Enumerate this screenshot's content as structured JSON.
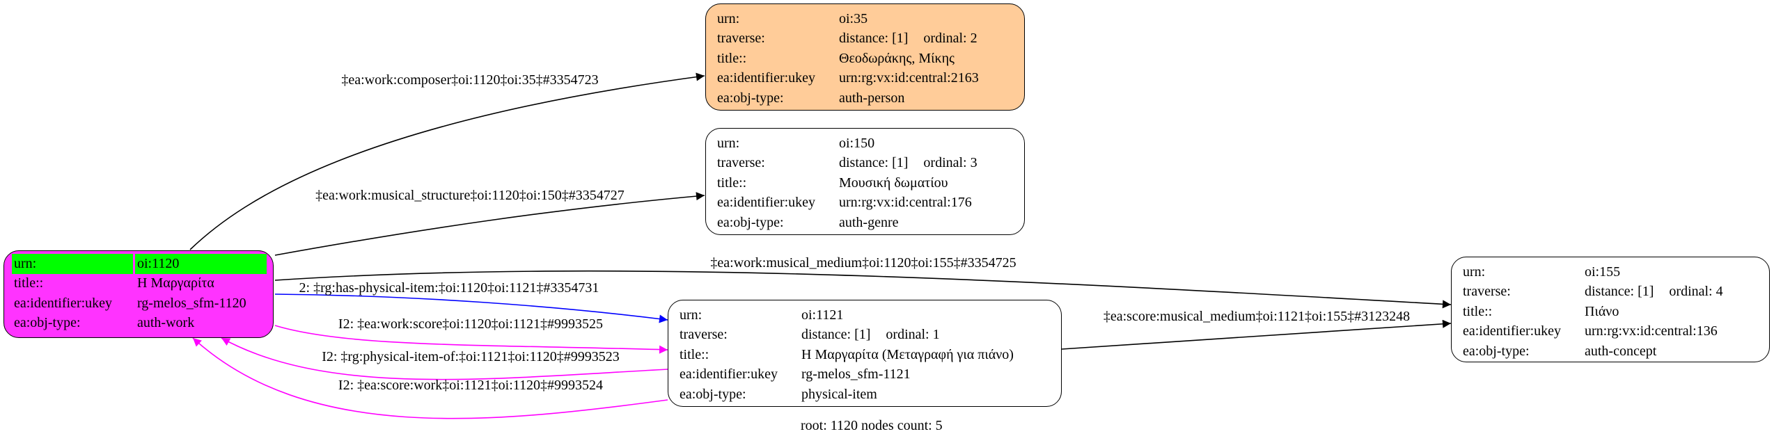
{
  "colors": {
    "root_fill": "#ff33ff",
    "highlight": "#00ff00",
    "composer_fill": "#ffcc99",
    "default_fill": "#ffffff",
    "blue_edge": "#0000ff",
    "magenta_edge": "#ff00ff",
    "black_edge": "#000000"
  },
  "nodes": {
    "n1120": {
      "rows": [
        {
          "label": "urn:",
          "value": "oi:1120"
        },
        {
          "label": "title::",
          "value": "Η Μαργαρίτα"
        },
        {
          "label": "ea:identifier:ukey",
          "value": "rg-melos_sfm-1120"
        },
        {
          "label": "ea:obj-type:",
          "value": "auth-work"
        }
      ]
    },
    "n35": {
      "rows": [
        {
          "label": "urn:",
          "value": "oi:35"
        },
        {
          "label": "traverse:",
          "value": "distance: [1]",
          "extra": "ordinal: 2"
        },
        {
          "label": "title::",
          "value": "Θεοδωράκης, Μίκης"
        },
        {
          "label": "ea:identifier:ukey",
          "value": "urn:rg:vx:id:central:2163"
        },
        {
          "label": "ea:obj-type:",
          "value": "auth-person"
        }
      ]
    },
    "n150": {
      "rows": [
        {
          "label": "urn:",
          "value": "oi:150"
        },
        {
          "label": "traverse:",
          "value": "distance: [1]",
          "extra": "ordinal: 3"
        },
        {
          "label": "title::",
          "value": "Μουσική δωματίου"
        },
        {
          "label": "ea:identifier:ukey",
          "value": "urn:rg:vx:id:central:176"
        },
        {
          "label": "ea:obj-type:",
          "value": "auth-genre"
        }
      ]
    },
    "n1121": {
      "rows": [
        {
          "label": "urn:",
          "value": "oi:1121"
        },
        {
          "label": "traverse:",
          "value": "distance: [1]",
          "extra": "ordinal: 1"
        },
        {
          "label": "title::",
          "value": "Η Μαργαρίτα (Μεταγραφή για πιάνο)"
        },
        {
          "label": "ea:identifier:ukey",
          "value": "rg-melos_sfm-1121"
        },
        {
          "label": "ea:obj-type:",
          "value": "physical-item"
        }
      ]
    },
    "n155": {
      "rows": [
        {
          "label": "urn:",
          "value": "oi:155"
        },
        {
          "label": "traverse:",
          "value": "distance: [1]",
          "extra": "ordinal: 4"
        },
        {
          "label": "title::",
          "value": "Πιάνο"
        },
        {
          "label": "ea:identifier:ukey",
          "value": "urn:rg:vx:id:central:136"
        },
        {
          "label": "ea:obj-type:",
          "value": "auth-concept"
        }
      ]
    }
  },
  "edges": [
    {
      "label": "‡ea:work:composer‡oi:1120‡oi:35‡#3354723",
      "color": "#000000"
    },
    {
      "label": "‡ea:work:musical_structure‡oi:1120‡oi:150‡#3354727",
      "color": "#000000"
    },
    {
      "label": "‡ea:work:musical_medium‡oi:1120‡oi:155‡#3354725",
      "color": "#000000"
    },
    {
      "label": "2: ‡rg:has-physical-item:‡oi:1120‡oi:1121‡#3354731",
      "color": "#0000ff"
    },
    {
      "label": "I2: ‡ea:work:score‡oi:1120‡oi:1121‡#9993525",
      "color": "#ff00ff"
    },
    {
      "label": "I2: ‡rg:physical-item-of:‡oi:1121‡oi:1120‡#9993523",
      "color": "#ff00ff"
    },
    {
      "label": "I2: ‡ea:score:work‡oi:1121‡oi:1120‡#9993524",
      "color": "#ff00ff"
    },
    {
      "label": "‡ea:score:musical_medium‡oi:1121‡oi:155‡#3123248",
      "color": "#000000"
    }
  ],
  "footer": "root: 1120 nodes count: 5"
}
